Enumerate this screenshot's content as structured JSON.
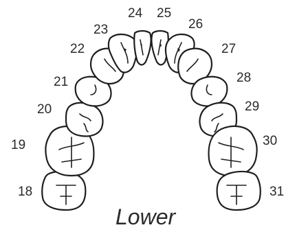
{
  "arch": {
    "caption": "Lower",
    "teeth": [
      {
        "number": "18",
        "kind": "molar"
      },
      {
        "number": "19",
        "kind": "molar"
      },
      {
        "number": "20",
        "kind": "premolar"
      },
      {
        "number": "21",
        "kind": "premolar"
      },
      {
        "number": "22",
        "kind": "canine"
      },
      {
        "number": "23",
        "kind": "incisor"
      },
      {
        "number": "24",
        "kind": "incisor"
      },
      {
        "number": "25",
        "kind": "incisor"
      },
      {
        "number": "26",
        "kind": "incisor"
      },
      {
        "number": "27",
        "kind": "canine"
      },
      {
        "number": "28",
        "kind": "premolar"
      },
      {
        "number": "29",
        "kind": "premolar"
      },
      {
        "number": "30",
        "kind": "molar"
      },
      {
        "number": "31",
        "kind": "molar"
      }
    ]
  }
}
